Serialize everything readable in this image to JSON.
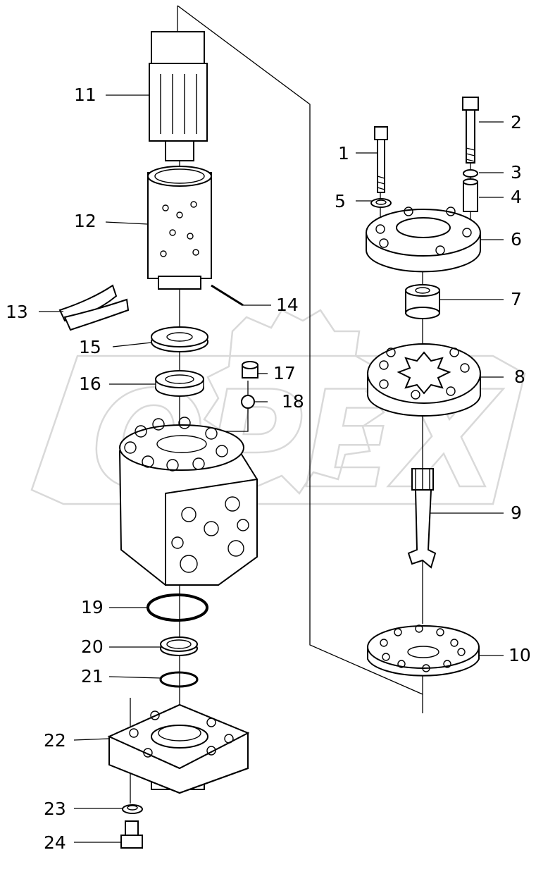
{
  "callouts": [
    {
      "id": "1",
      "label": "1"
    },
    {
      "id": "2",
      "label": "2"
    },
    {
      "id": "3",
      "label": "3"
    },
    {
      "id": "4",
      "label": "4"
    },
    {
      "id": "5",
      "label": "5"
    },
    {
      "id": "6",
      "label": "6"
    },
    {
      "id": "7",
      "label": "7"
    },
    {
      "id": "8",
      "label": "8"
    },
    {
      "id": "9",
      "label": "9"
    },
    {
      "id": "10",
      "label": "10"
    },
    {
      "id": "11",
      "label": "11"
    },
    {
      "id": "12",
      "label": "12"
    },
    {
      "id": "13",
      "label": "13"
    },
    {
      "id": "14",
      "label": "14"
    },
    {
      "id": "15",
      "label": "15"
    },
    {
      "id": "16",
      "label": "16"
    },
    {
      "id": "17",
      "label": "17"
    },
    {
      "id": "18",
      "label": "18"
    },
    {
      "id": "19",
      "label": "19"
    },
    {
      "id": "20",
      "label": "20"
    },
    {
      "id": "21",
      "label": "21"
    },
    {
      "id": "22",
      "label": "22"
    },
    {
      "id": "23",
      "label": "23"
    },
    {
      "id": "24",
      "label": "24"
    }
  ],
  "watermark": {
    "text": "OPEX",
    "color": "#d9d9d9",
    "icon": "gear-logo-icon"
  }
}
